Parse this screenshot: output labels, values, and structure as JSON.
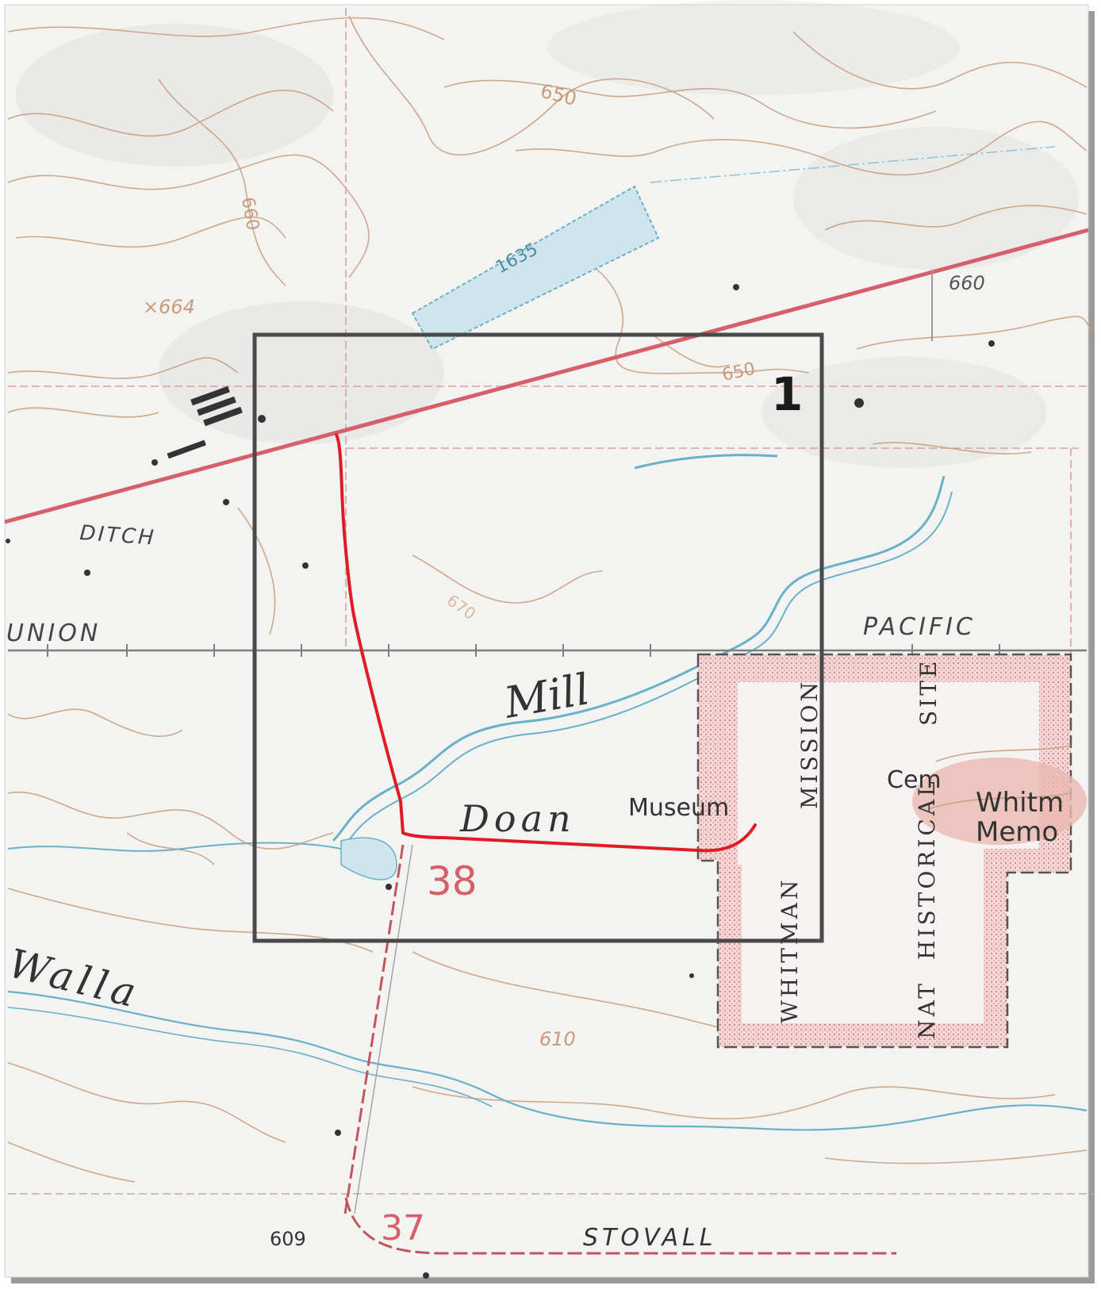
{
  "map": {
    "frame_label": "1",
    "labels": {
      "elev_650_top": "650",
      "elev_660_left": "660",
      "spot_664": "×664",
      "pond_1635": "1635",
      "elev_660_right": "660",
      "elev_650_mid": "650",
      "ditch": "DITCH",
      "union": "UNION",
      "pacific": "PACIFIC",
      "elev_670": "670",
      "mill": "Mill",
      "doan": "Doan",
      "museum": "Museum",
      "whitman": "WHITMAN",
      "mission": "MISSION",
      "nat": "NAT",
      "historical": "HISTORICAL",
      "site": "SITE",
      "cem": "Cem",
      "whitman_memorial_1": "Whitm",
      "whitman_memorial_2": "Memo",
      "walla": "Walla",
      "elev_610": "610",
      "route_38": "38",
      "route_37": "37",
      "elev_609": "609",
      "stovall": "STOVALL"
    },
    "colors": {
      "route": "#e01b24",
      "frame": "#4a4a4a",
      "contour": "#c99b7a",
      "water": "#6ab0c8",
      "water_fill": "#cfe5ec",
      "railroad": "#d6606a",
      "historic_site": "#e7a3a3"
    }
  }
}
